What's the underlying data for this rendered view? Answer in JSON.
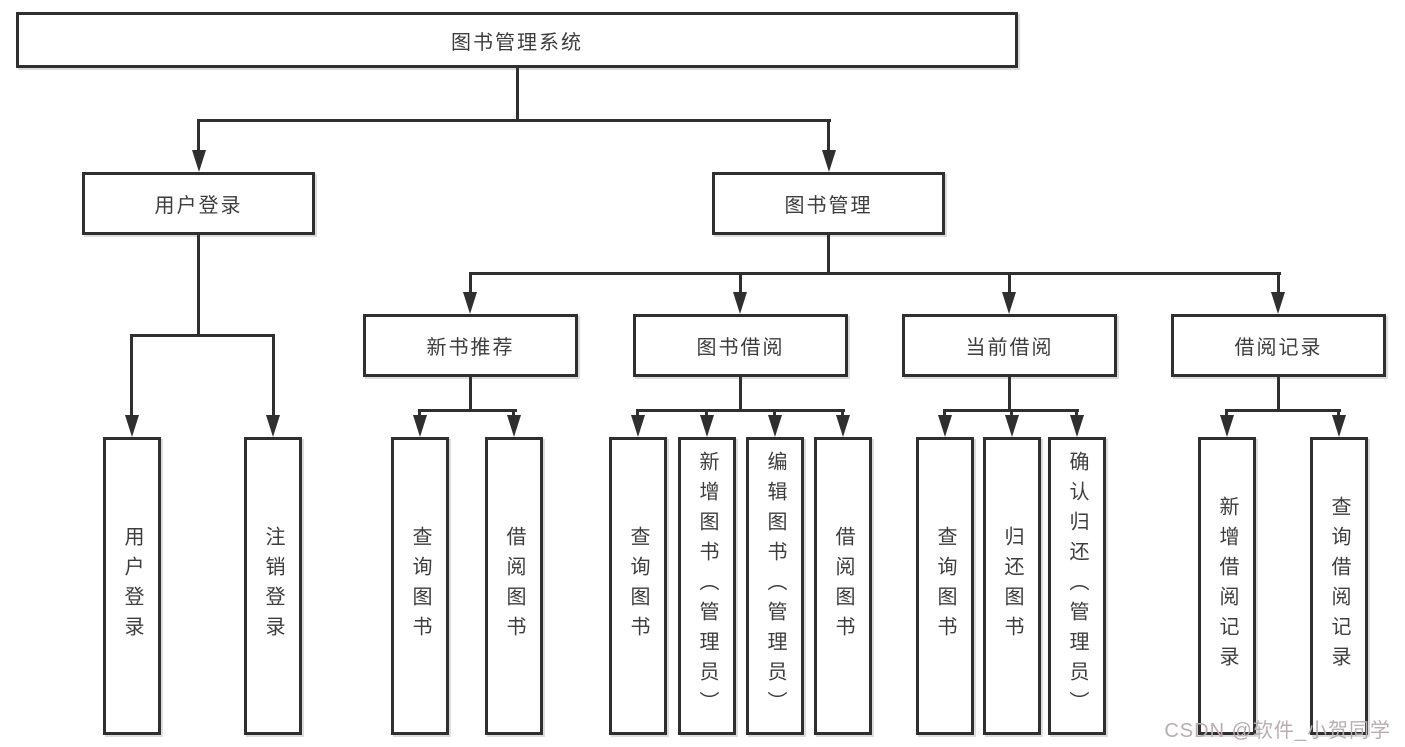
{
  "root": {
    "label": "图书管理系统"
  },
  "branches": [
    {
      "label": "用户登录",
      "children": [
        {
          "label": "用户登录"
        },
        {
          "label": "注销登录"
        }
      ]
    },
    {
      "label": "图书管理",
      "children": [
        {
          "label": "新书推荐",
          "children": [
            {
              "label": "查询图书"
            },
            {
              "label": "借阅图书"
            }
          ]
        },
        {
          "label": "图书借阅",
          "children": [
            {
              "label": "查询图书"
            },
            {
              "label": "新增图书（管理员）"
            },
            {
              "label": "编辑图书（管理员）"
            },
            {
              "label": "借阅图书"
            }
          ]
        },
        {
          "label": "当前借阅",
          "children": [
            {
              "label": "查询图书"
            },
            {
              "label": "归还图书"
            },
            {
              "label": "确认归还（管理员）"
            }
          ]
        },
        {
          "label": "借阅记录",
          "children": [
            {
              "label": "新增借阅记录"
            },
            {
              "label": "查询借阅记录"
            }
          ]
        }
      ]
    }
  ],
  "watermark": {
    "text": "CSDN @软件_小贺同学"
  },
  "colors": {
    "background": "#ffffff",
    "line": "#2f2f2f",
    "box_border": "#2f2f2f",
    "text": "#3d3d3d",
    "watermark": "#b9adb2"
  }
}
